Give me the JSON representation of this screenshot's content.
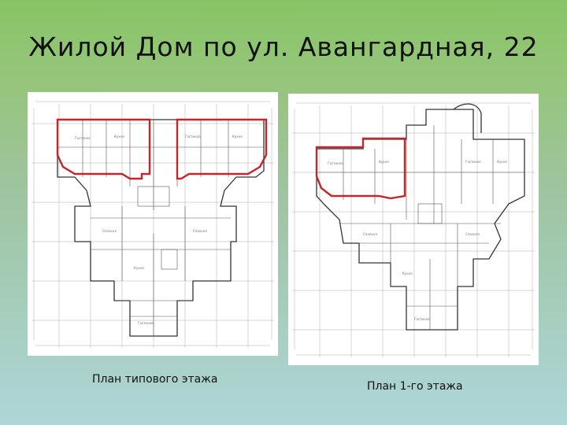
{
  "slide": {
    "title": "Жилой Дом по ул. Авангардная, 22"
  },
  "plans": [
    {
      "caption": "План типового этажа"
    },
    {
      "caption": "План 1-го этажа"
    }
  ],
  "colors": {
    "highlight": "#c0282d",
    "line": "#444444"
  }
}
